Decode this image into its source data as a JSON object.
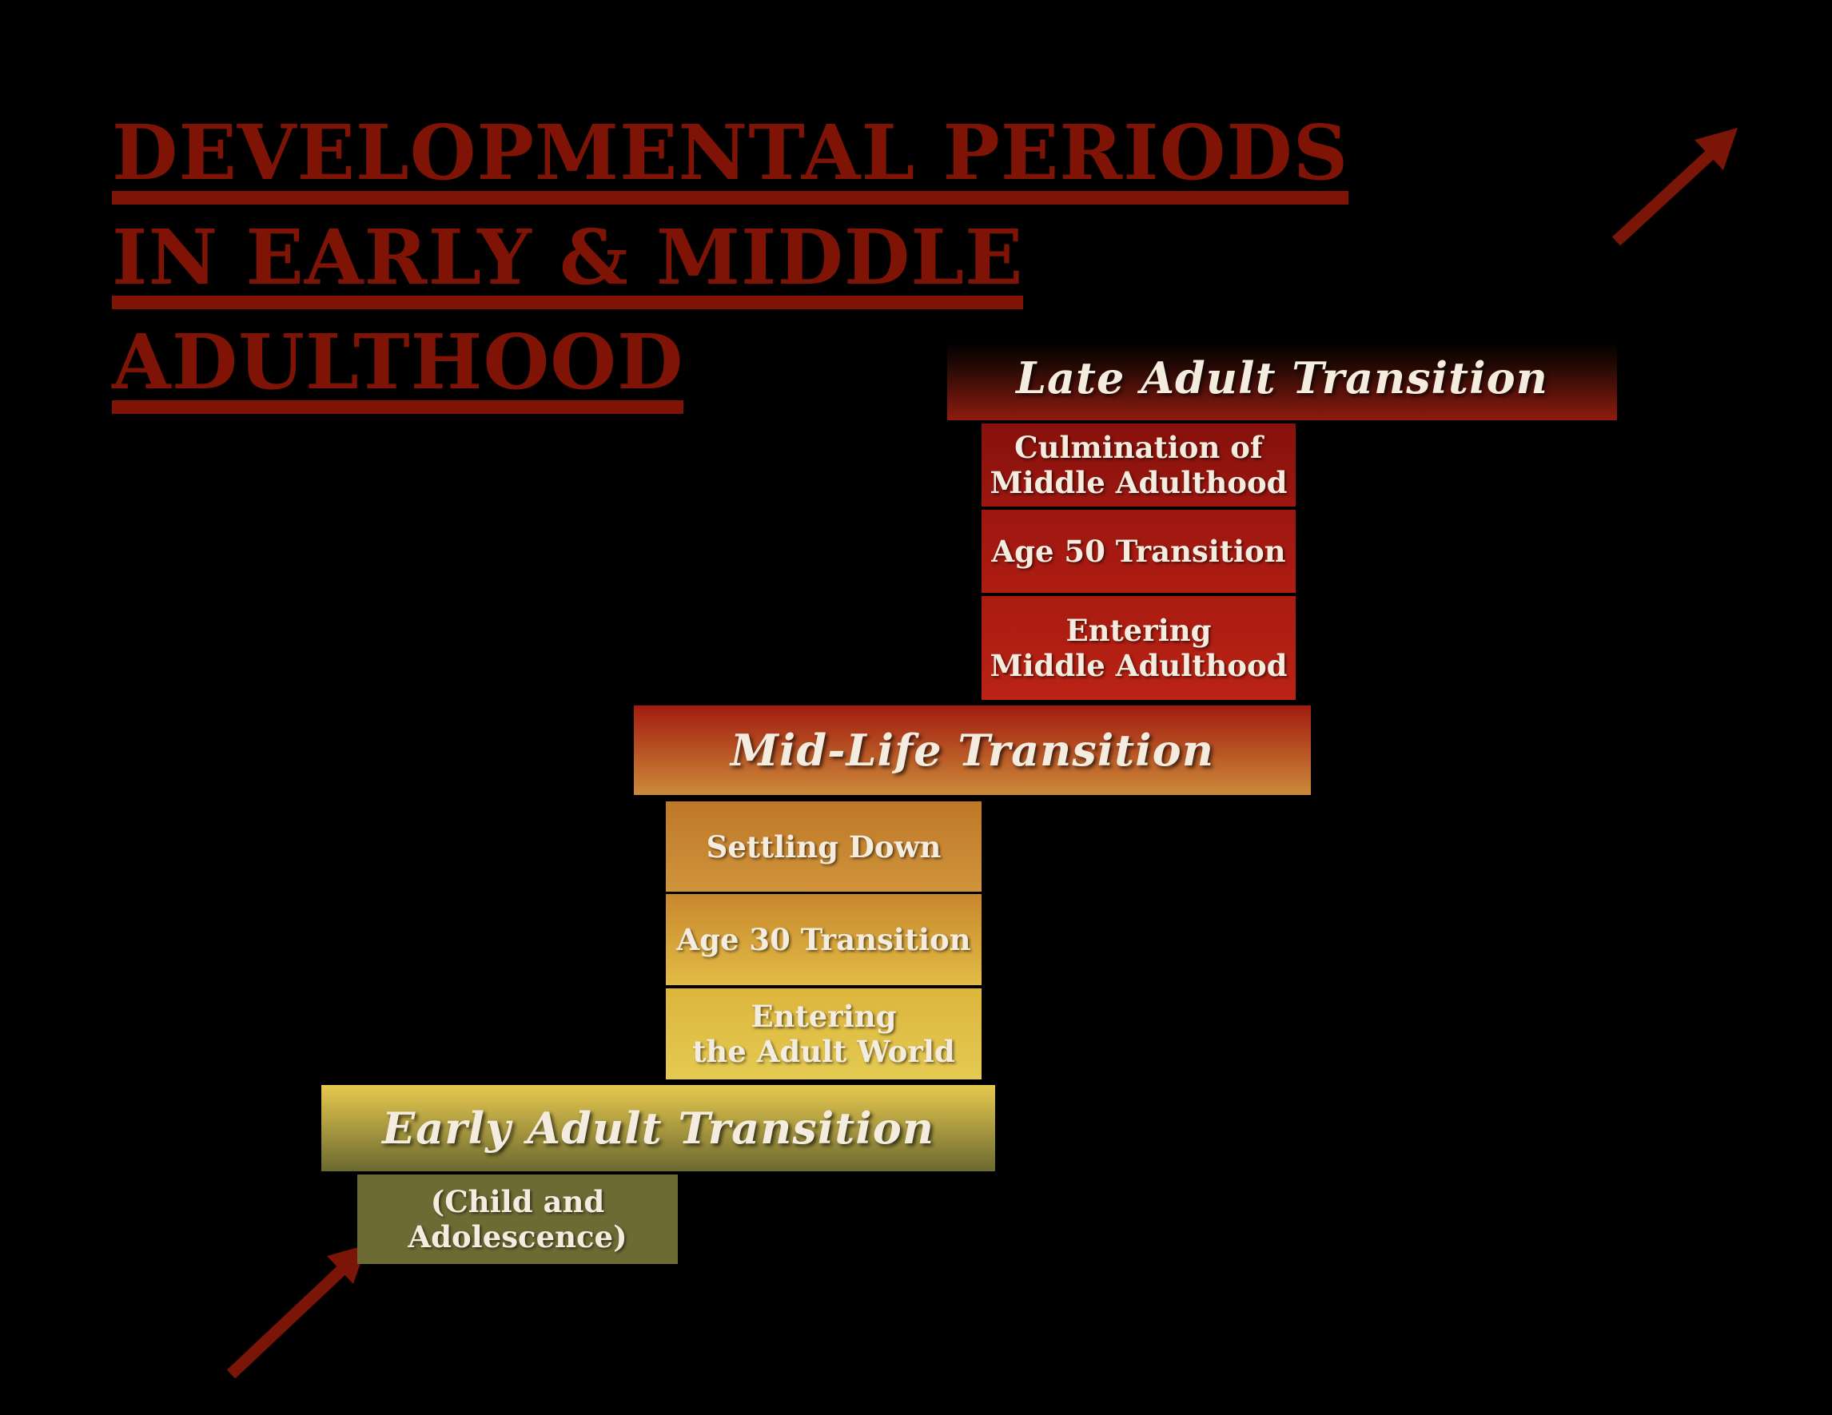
{
  "slide_background": "#000000",
  "text_color": "#F3ECDF",
  "title": {
    "lines": [
      "DEVELOPMENTAL PERIODS",
      "IN EARLY & MIDDLE",
      "ADULTHOOD"
    ],
    "color": "#7E1306"
  },
  "arrows": {
    "top_right": {
      "name": "growth-arrow-up-right",
      "color": "#7B1507"
    },
    "bottom_left": {
      "name": "growth-arrow-up-right",
      "color": "#7B1507"
    }
  },
  "stages": [
    {
      "label": "Late Adult Transition",
      "kind": "era-header",
      "color_top": "#000000",
      "color_bottom": "#8D1C10"
    },
    {
      "label": "Culmination of\nMiddle Adulthood",
      "kind": "period",
      "color_top": "#86110C",
      "color_bottom": "#9C1710"
    },
    {
      "label": "Age 50 Transition",
      "kind": "period",
      "color_top": "#9C1710",
      "color_bottom": "#AE1C12"
    },
    {
      "label": "Entering\nMiddle Adulthood",
      "kind": "period",
      "color_top": "#A81B11",
      "color_bottom": "#BB2315"
    },
    {
      "label": "Mid-Life Transition",
      "kind": "era-header",
      "color_top": "#A21B0F",
      "color_bottom": "#CC8A39"
    },
    {
      "label": "Settling Down",
      "kind": "period",
      "color_top": "#BE7827",
      "color_bottom": "#D0943C"
    },
    {
      "label": "Age 30 Transition",
      "kind": "period",
      "color_top": "#C8872D",
      "color_bottom": "#E2BC46"
    },
    {
      "label": "Entering\nthe Adult World",
      "kind": "period",
      "color_top": "#DDB53C",
      "color_bottom": "#E4CA52"
    },
    {
      "label": "Early Adult Transition",
      "kind": "era-header",
      "color_top": "#E7C94F",
      "color_bottom": "#6B6930"
    },
    {
      "label": "(Child and\nAdolescence)",
      "kind": "period",
      "color_top": "#6D6B34",
      "color_bottom": "#6D6B34"
    }
  ]
}
